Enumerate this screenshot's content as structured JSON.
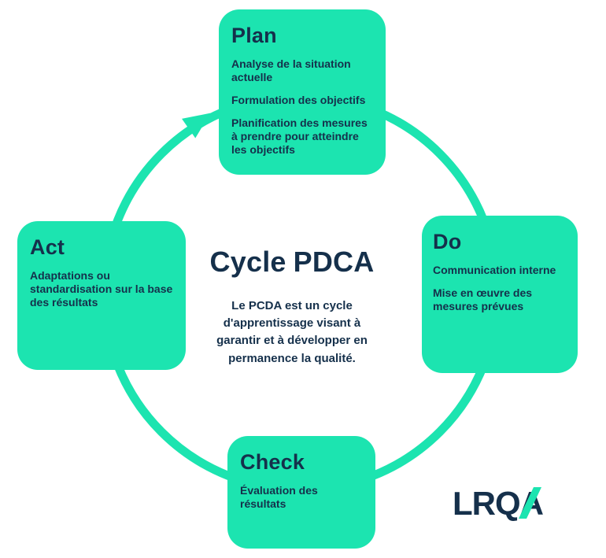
{
  "colors": {
    "mint": "#1CE4B0",
    "navy": "#15304B"
  },
  "center": {
    "title_word1": "Cycle",
    "title_word2": "PDCA",
    "description": "Le PCDA est un cycle d'apprentissage visant à garantir et à développer en permanence la qualité."
  },
  "nodes": {
    "plan": {
      "title": "Plan",
      "items": [
        "Analyse de la situation actuelle",
        "Formulation des objectifs",
        "Planification des mesures à prendre pour atteindre les objectifs"
      ]
    },
    "do": {
      "title": "Do",
      "items": [
        "Communication interne",
        "Mise en œuvre des mesures prévues"
      ]
    },
    "check": {
      "title": "Check",
      "items": [
        "Évaluation des résultats"
      ]
    },
    "act": {
      "title": "Act",
      "items": [
        "Adaptations ou standardisation sur la base des résultats"
      ]
    }
  },
  "logo": {
    "text": "LRQA"
  }
}
